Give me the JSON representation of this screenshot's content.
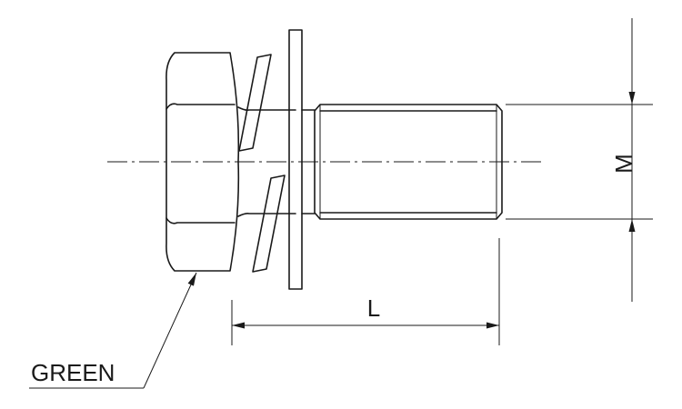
{
  "labels": {
    "length": "L",
    "diameter": "M",
    "color_note": "GREEN"
  }
}
